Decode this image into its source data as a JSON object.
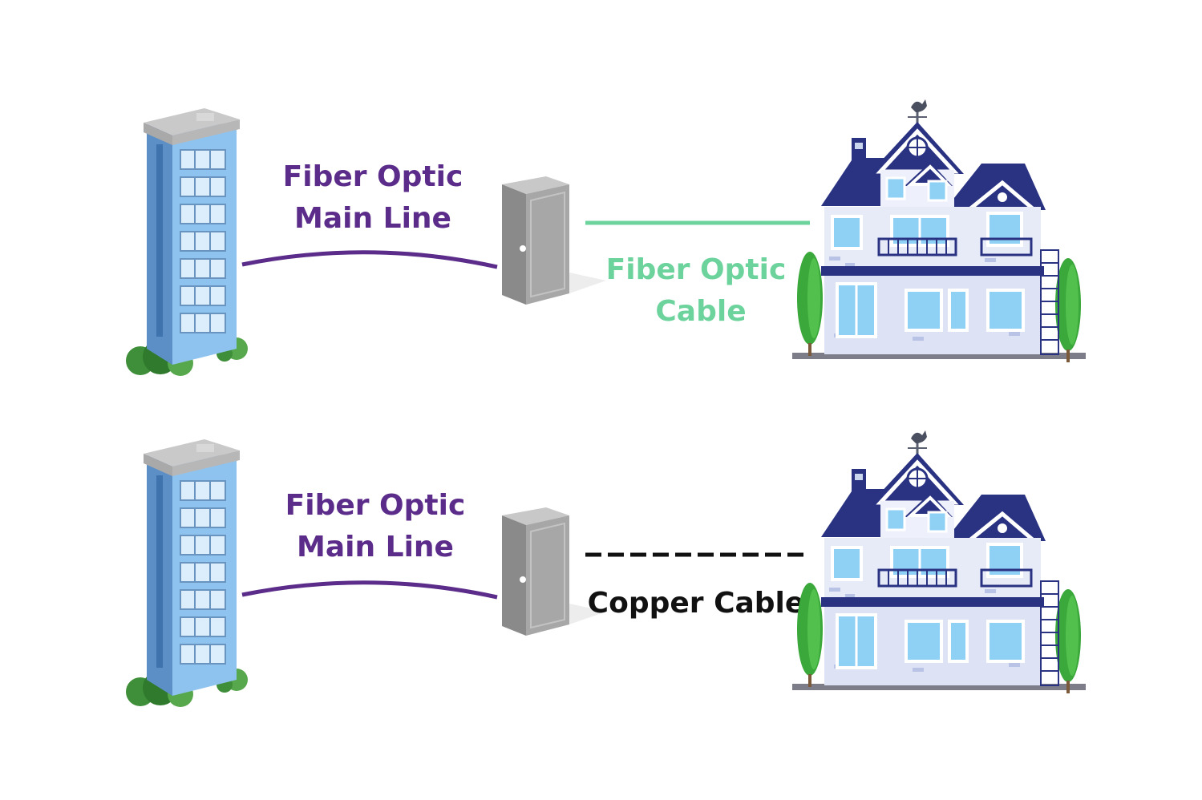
{
  "colors": {
    "main_line": "#5b2c8a",
    "fiber_cable": "#6dd39d",
    "copper_cable": "#111111",
    "building_blue": "#8fc3ef",
    "house_roof": "#2a3282",
    "cabinet_gray": "#9a9a9a",
    "tree_green": "#3aa83a"
  },
  "rows": [
    {
      "main_label": {
        "line1": "Fiber Optic",
        "line2": "Main Line"
      },
      "drop_label": {
        "line1": "Fiber Optic",
        "line2": "Cable"
      },
      "drop_type": "fiber"
    },
    {
      "main_label": {
        "line1": "Fiber Optic",
        "line2": "Main Line"
      },
      "drop_label": {
        "line1": "Copper Cable",
        "line2": ""
      },
      "drop_type": "copper"
    }
  ],
  "icons": [
    "office-building-icon",
    "street-cabinet-icon",
    "house-icon",
    "tree-icon",
    "weathervane-icon"
  ]
}
